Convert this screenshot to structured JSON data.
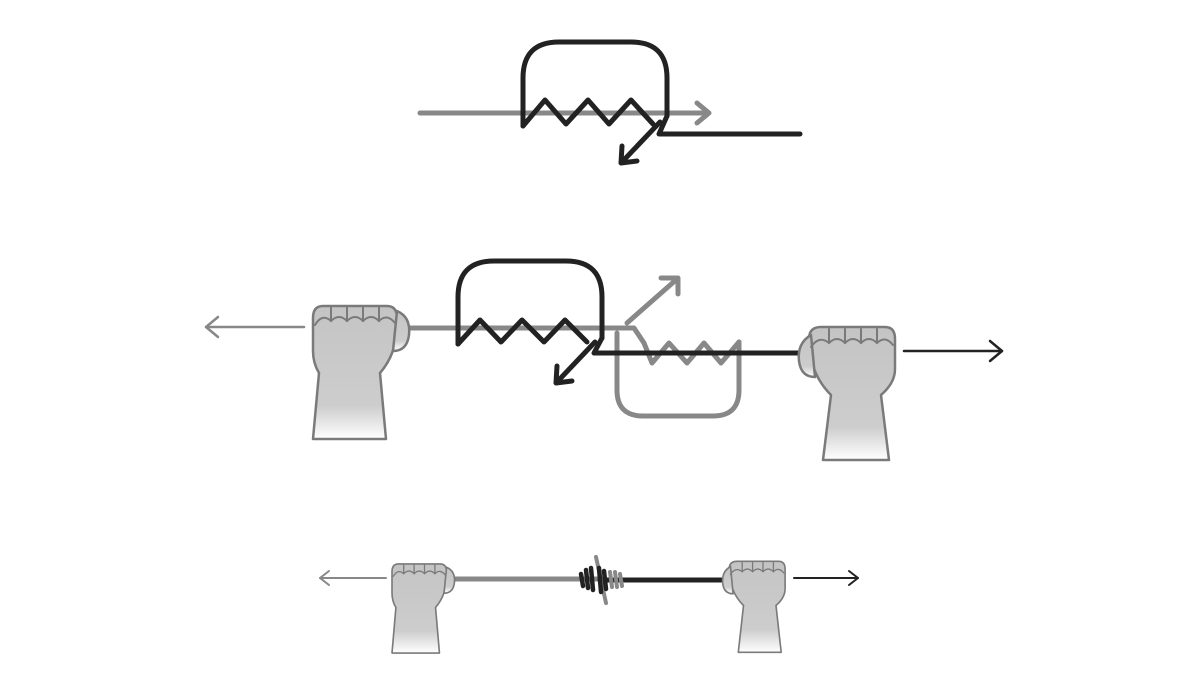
{
  "diagram": {
    "title": "",
    "colors": {
      "dark_wire": "#222222",
      "light_wire": "#888888",
      "hand_fill_top": "#c4c4c4",
      "hand_fill_bottom": "#ffffff",
      "hand_stroke": "#7a7a7a",
      "background": "#ffffff"
    },
    "steps": [
      {
        "name": "wrap-dark-wire-around-gray-wire"
      },
      {
        "name": "wrap-gray-wire-around-dark-wire-pull-apart"
      },
      {
        "name": "finished-twisted-splice-pulled-apart"
      }
    ]
  }
}
